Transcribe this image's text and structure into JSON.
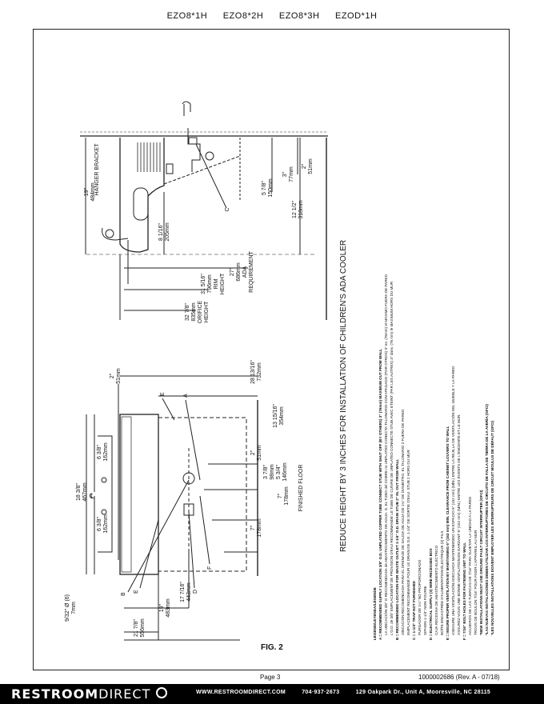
{
  "header": {
    "models": [
      "EZO8*1H",
      "EZO8*2H",
      "EZO8*3H",
      "EZOD*1H"
    ]
  },
  "diagram": {
    "main_title": "REDUCE HEIGHT BY 3 INCHES FOR INSTALLATION OF CHILDREN'S ADA COOLER",
    "fig_label": "FIG. 2",
    "side_view": {
      "hanger_bracket": "HANGER BRACKET",
      "dim_19": [
        "19\"",
        "484mm"
      ],
      "dim_8": [
        "8 1/16\"",
        "205mm"
      ],
      "dim_5_78": [
        "5 7/8\"",
        "150mm"
      ],
      "dim_3": [
        "3\"",
        "77mm"
      ],
      "dim_2_wall": [
        "2\"",
        "51mm"
      ],
      "dim_12": [
        "12 1/2\"",
        "318mm"
      ],
      "dim_27": [
        "27\"",
        "686mm",
        "ADA",
        "REQUIREMENT"
      ],
      "dim_31": [
        "31 5/16\"",
        "796mm",
        "RIM",
        "HEIGHT"
      ],
      "dim_32": [
        "32 7/8\"",
        "835mm",
        "ORIFICE",
        "HEIGHT"
      ],
      "letter_c": "C"
    },
    "front_view": {
      "dim_18": [
        "18 3/8\"",
        "467mm"
      ],
      "dim_6a": [
        "6 3/8\"",
        "162mm"
      ],
      "dim_6b": [
        "6 3/8\"",
        "162mm"
      ],
      "cl": "℄",
      "dim_2_top": [
        "2\"",
        "51mm"
      ],
      "dim_28": [
        "28 13/16\"",
        "732mm"
      ],
      "dim_13": [
        "13 15/16\"",
        "354mm"
      ],
      "dim_2_mid": [
        "2\"",
        "51mm"
      ],
      "dim_3_78": [
        "3 7/8\"",
        "98mm"
      ],
      "dim_5_34": [
        "5 3/4\"",
        "146mm"
      ],
      "dim_7a": [
        "7\"",
        "178mm"
      ],
      "dim_7b": [
        "7\"",
        "178mm"
      ],
      "finished_floor": "FINISHED FLOOR",
      "dim_17": [
        "17 7/16\"",
        "443mm"
      ],
      "dim_19b": [
        "19\"",
        "483mm"
      ],
      "dim_21": [
        "21 7/8\"",
        "556mm"
      ],
      "dim_932": [
        "9/32\" Ø (6)",
        "7mm"
      ],
      "letters": [
        "E",
        "A",
        "B",
        "E",
        "D",
        "F"
      ]
    },
    "legend": [
      "LEGEND/LEYENDA/LÉGENDE",
      "A = RECOMMENDED SUPPLY LOCATION 3/8\" O.D. UNPLATED COPPER TUBE CONNECT STUB WITH SHUT OFF (BY OTHERS) 3\" (76mm) MAXIMUM OUT FROM WALL",
      "LA UBICACIÓN 3/8\" O RECOMENDADA de ABASTECIMIENTO DE AGUA. D. EL TUBO del COBRE no UNPLATED CONECTA TALONARIO CON APAGADO (POR OTROS) 3\" es. (76mm) el MÁXIMO FUERA DE PARED",
      "L'O.D. de 3/8\" EMPLACEMENT DE PROVISION D'EAU RECOMMANDÉ LE TUBE DE CUIVRE DE UNPLATED CONNECTE STUB AVEC ETEINT (PAR LES AUTRES) 3\" dans. (76 mm) le MAXIMUM HORS DU MUR",
      "B = RECOMMENDED LOCATION FOR WASTE OUTLET 1-1/4\" O.D. DRAIN STUB 2\" IN. OUT FROM WALL",
      "UBICACIÓN RECOMENDADA PARA EL DRENAJE DE SALIDA DE AGUA DE 1¼\" DE DIÁMETRO. EL TALONARIO 2 FUERA DE PARED",
      "EMPLACEMENT RECOMMANDÉ POUR LE DRAIN DE D.E. 1-1/4\" DE SORTIE D'EAU. STUB 2 HORS DU MUR",
      "C = 1-1/4\" TRAP NOT FURNISHED",
      "PURGADOR DE 1¼\" NO PROPORCIONADO",
      "SIPHON 1-1/4\" NON FOURNI",
      "D = ELECTRICAL SUPPLY (3) WIRE RECESSED BOX",
      "CAJA RECESIVA DE ABASTECIMIENTO ELÉCTRICO",
      "BOÎTE ENCASTRÉE D'ALIMENTATION ÉLECTRIQUE (3) FILS",
      "E = INSURE PROPER VENTILATION BY MAINTAINING 6\" (152 mm) MIN. CLEARANCE FROM CABINET LOUVERS TO WALL",
      "ASEGURE UNA VENTILACIÓN ADECUADA MANTENIENDO UN ESPACIO 6\" (152 mm) (MÍN.) ENTRE LA REJILLA DE VENTILACIÓN DEL MUEBLE Y LA PARED",
      "ASSUREZ-VOUS UNE BONNE VENTILATION EN GARDANT 6\" (152 mm) (MIN.) ENTRE LES ÉVENTS DE L'ENCEINTE ET LE MUR.",
      "F = 7/16\" BOLT HOLES FOR FASTENING UNIT TO WALL",
      "AGUJEROS DE LAS TUERCAS DE 7/16\" PARA SUJETAR LA UNIDAD A LA PARED",
      "TROUS DE BOULON 7/16\" POUR FIXER L'APPAREIL AU MUR",
      "*NEW INSTALLATIONS MUST USE GROUND FAULT CIRCUIT INTERRUPTER (GFCI)",
      "*LAS NUEVAS INSTALACIONES DEBEN UTILIZAR LOS INTERRUPTORES DE CIRCUITO DE FALLA DE TIERRA DE LA AVERÍA (GFCI)",
      "*LES NOUVELLES INSTALLATIONS DOIVENT EMPLOYER LES INTERRUPTEURS DE CIRCUIT MOULUS DE DÉFAUT (GFCI)"
    ]
  },
  "page": {
    "number": "Page 3",
    "doc_number": "1000002686  (Rev. A - 07/18)"
  },
  "footer": {
    "brand_bold": "RESTROOM",
    "brand_thin": "DIRECT",
    "website": "WWW.RESTROOMDIRECT.COM",
    "phone": "704·937·2673",
    "address": "129 Oakpark Dr., Unit A, Mooresville, NC 28115"
  }
}
